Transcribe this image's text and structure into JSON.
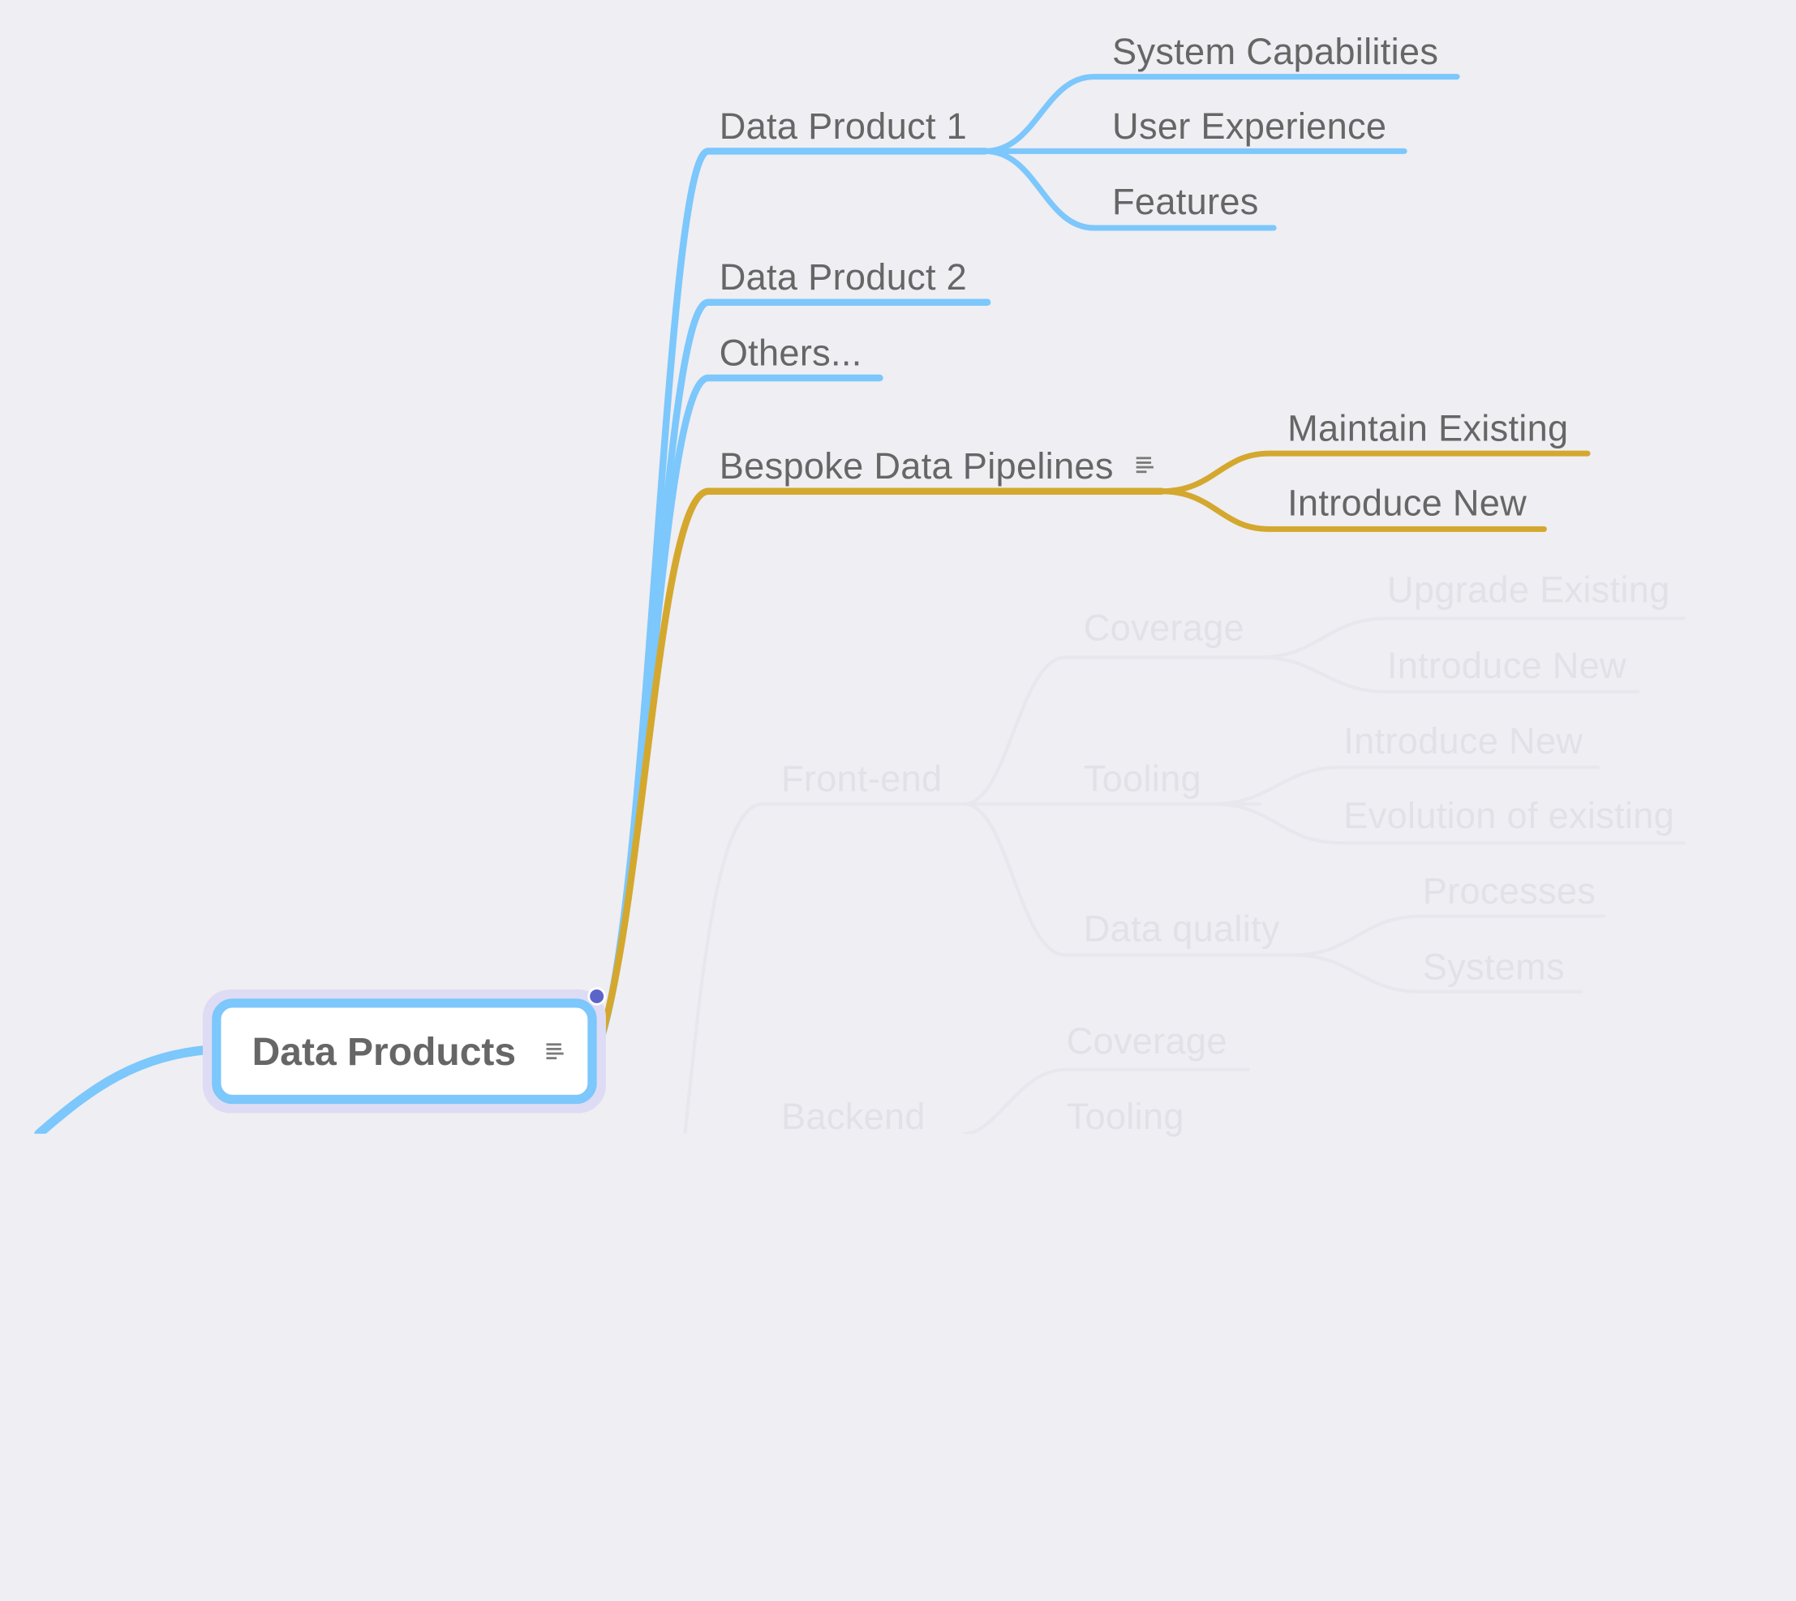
{
  "colors": {
    "background": "#efeef3",
    "branch_blue": "#7cc7fb",
    "branch_gold": "#d4a82e",
    "text": "#666666",
    "faded_text": "#e2e1e8",
    "root_halo": "#dedcf4",
    "handle": "#5b64c8"
  },
  "root": {
    "label": "Data Products",
    "note_icon": "note-icon"
  },
  "branches": {
    "data_product_1": {
      "label": "Data Product 1",
      "children": [
        "System Capabilities",
        "User Experience",
        "Features"
      ]
    },
    "data_product_2": {
      "label": "Data Product 2"
    },
    "others": {
      "label": "Others..."
    },
    "bespoke": {
      "label": "Bespoke Data Pipelines",
      "note_icon": "note-icon",
      "children": [
        "Maintain Existing",
        "Introduce New"
      ]
    }
  },
  "faded": {
    "front_end": {
      "label": "Front-end",
      "coverage": {
        "label": "Coverage",
        "children": [
          "Upgrade Existing",
          "Introduce New"
        ]
      },
      "tooling": {
        "label": "Tooling",
        "children": [
          "Introduce New",
          "Evolution of existing"
        ]
      },
      "data_quality": {
        "label": "Data quality",
        "children": [
          "Processes",
          "Systems"
        ]
      }
    },
    "backend": {
      "label": "Backend",
      "children": [
        "Coverage",
        "Tooling"
      ]
    }
  }
}
